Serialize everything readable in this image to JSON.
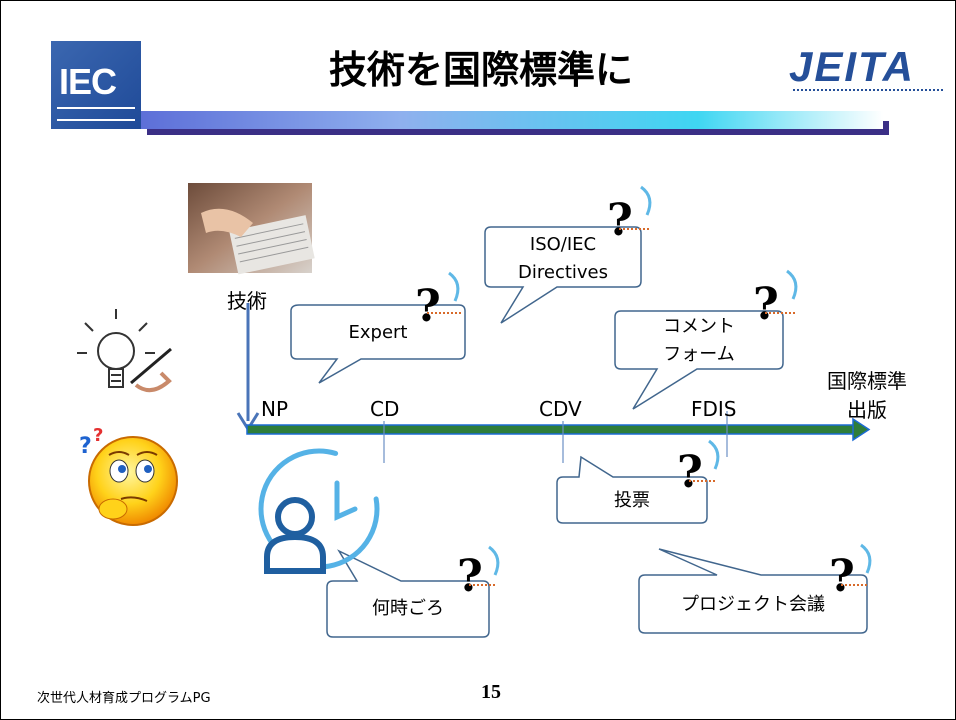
{
  "title": "技術を国際標準に",
  "logos": {
    "left": "IEC",
    "right": "JEITA"
  },
  "labels": {
    "gijutsu": "技術",
    "kokusai_line1": "国際標準",
    "kokusai_line2": "出版"
  },
  "stages": [
    "NP",
    "CD",
    "CDV",
    "FDIS"
  ],
  "bubbles": {
    "expert": "Expert",
    "directives_line1": "ISO/IEC",
    "directives_line2": "Directives",
    "comment_line1": "コメント",
    "comment_line2": "フォーム",
    "vote": "投票",
    "when": "何時ごろ",
    "meeting": "プロジェクト会議"
  },
  "footer": {
    "left": "次世代人材育成プログラムPG",
    "page": "15"
  },
  "colors": {
    "arrow": "#2e7d3a",
    "arrow_edge": "#1b6bd4",
    "bubble_border": "#41668d",
    "accent_blue": "#1f5fa0"
  }
}
